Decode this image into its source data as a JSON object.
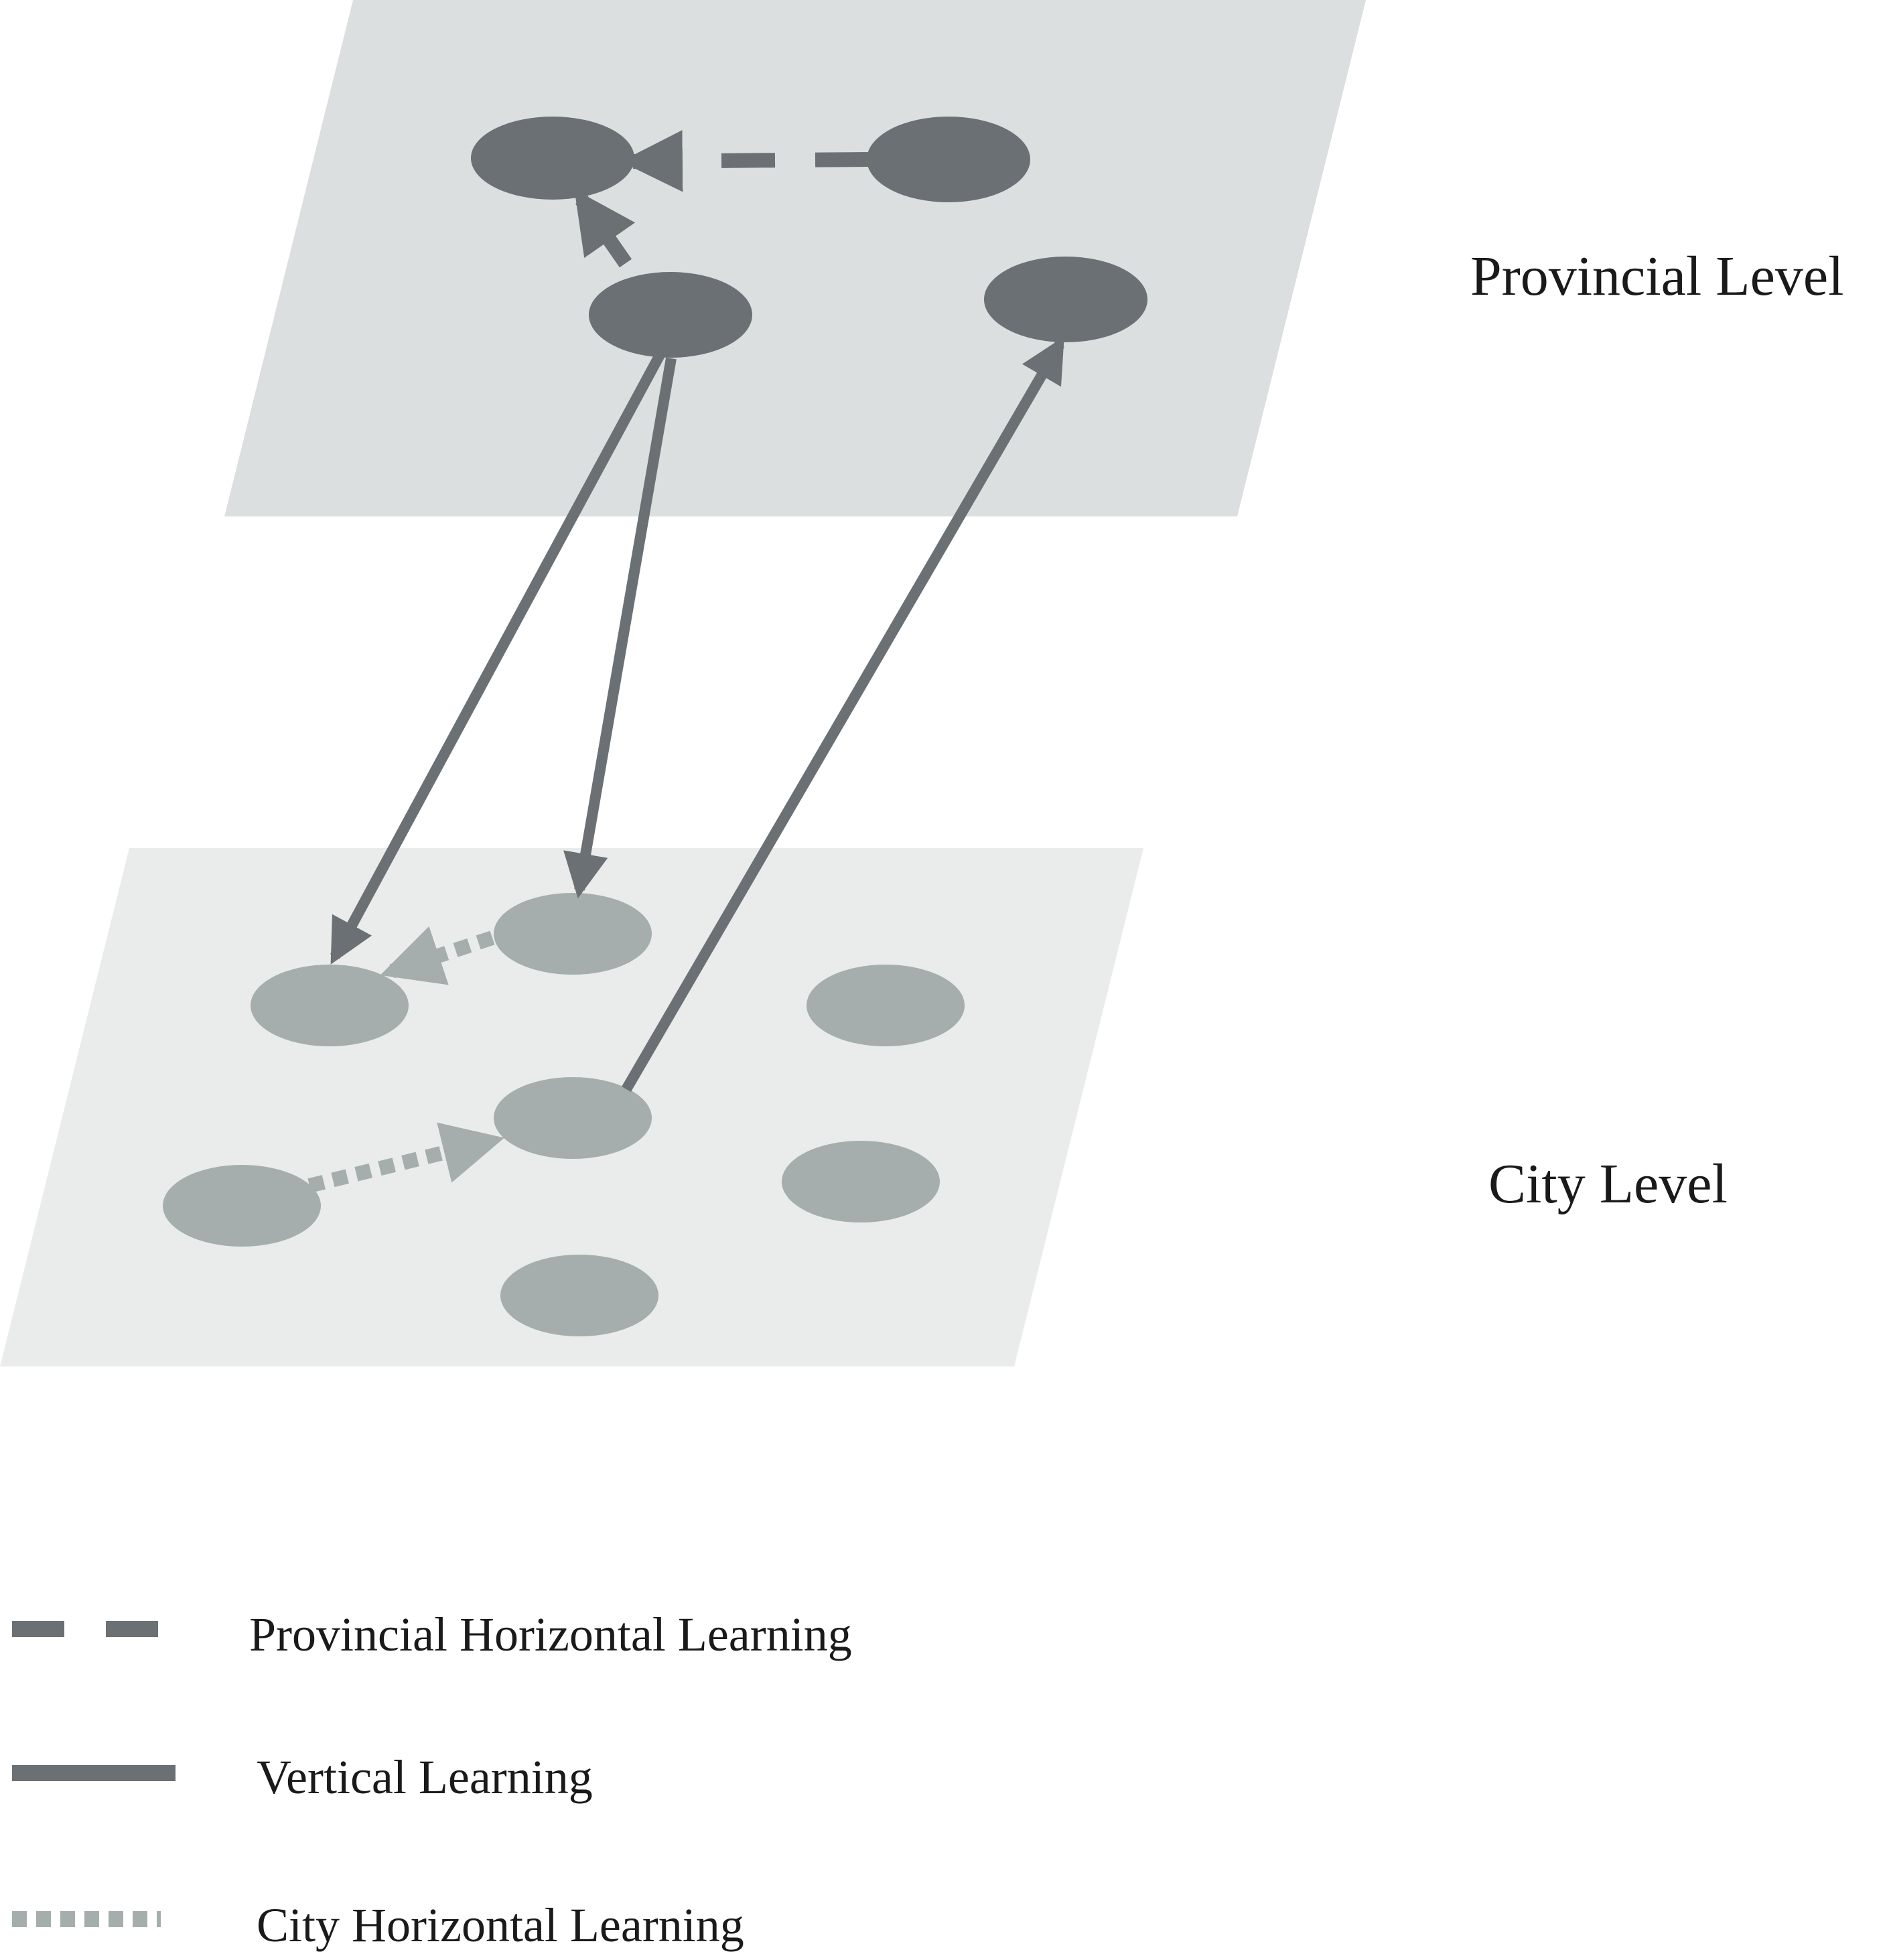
{
  "levels": {
    "provincial": "Provincial Level",
    "city": "City Level"
  },
  "legend": {
    "provincial_horizontal": "Provincial Horizontal Learning",
    "vertical": "Vertical Learning",
    "city_horizontal": "City Horizontal Learning"
  },
  "colors": {
    "provincial_plane": "#dcdfe0",
    "city_plane": "#e9ecea",
    "provincial_node": "#6a7073",
    "city_node": "#a5aeac",
    "vertical_arrow": "#6a7073",
    "provincial_horizontal_arrow": "#6a7073",
    "city_horizontal_arrow": "#a5aeac"
  }
}
